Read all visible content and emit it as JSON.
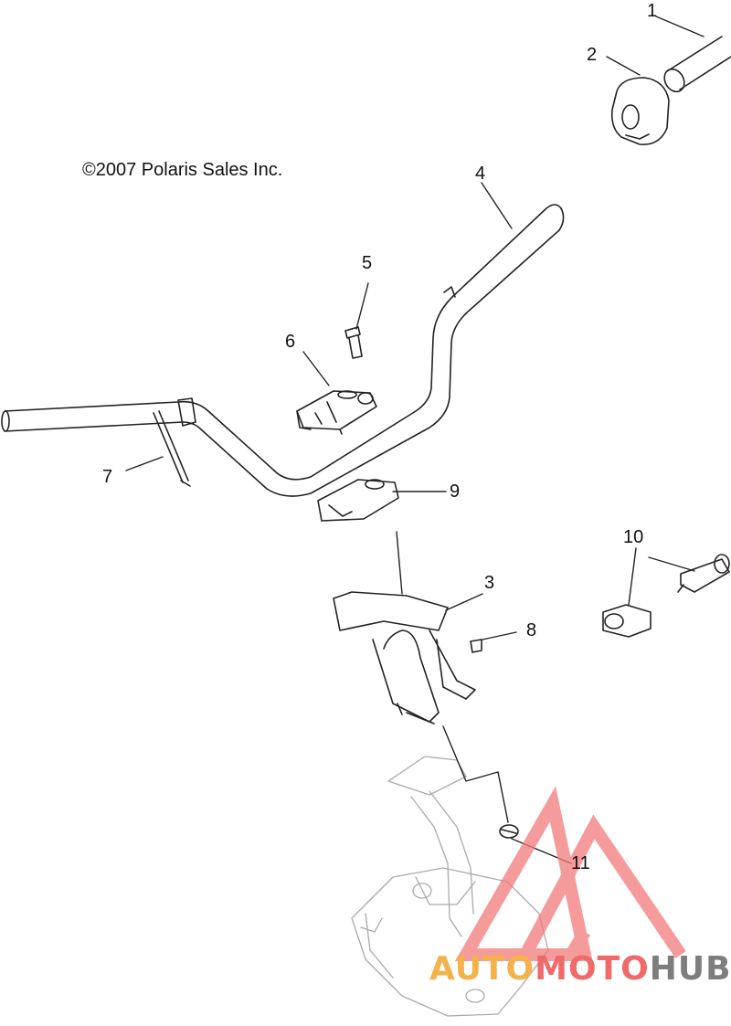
{
  "copyright": "©2007 Polaris Sales Inc.",
  "callouts": [
    {
      "id": "1",
      "label": "1"
    },
    {
      "id": "2",
      "label": "2"
    },
    {
      "id": "3",
      "label": "3"
    },
    {
      "id": "4",
      "label": "4"
    },
    {
      "id": "5",
      "label": "5"
    },
    {
      "id": "6",
      "label": "6"
    },
    {
      "id": "7",
      "label": "7"
    },
    {
      "id": "8",
      "label": "8"
    },
    {
      "id": "9",
      "label": "9"
    },
    {
      "id": "10",
      "label": "10"
    },
    {
      "id": "11",
      "label": "11"
    }
  ],
  "watermark": {
    "part_a": "AUTO",
    "part_b": "MOTO",
    "part_c": "HUB",
    "colors": {
      "a": "#f3b24a",
      "b": "#f06a6a",
      "c": "#7d7d7d",
      "logo": "#f47a7a"
    }
  }
}
